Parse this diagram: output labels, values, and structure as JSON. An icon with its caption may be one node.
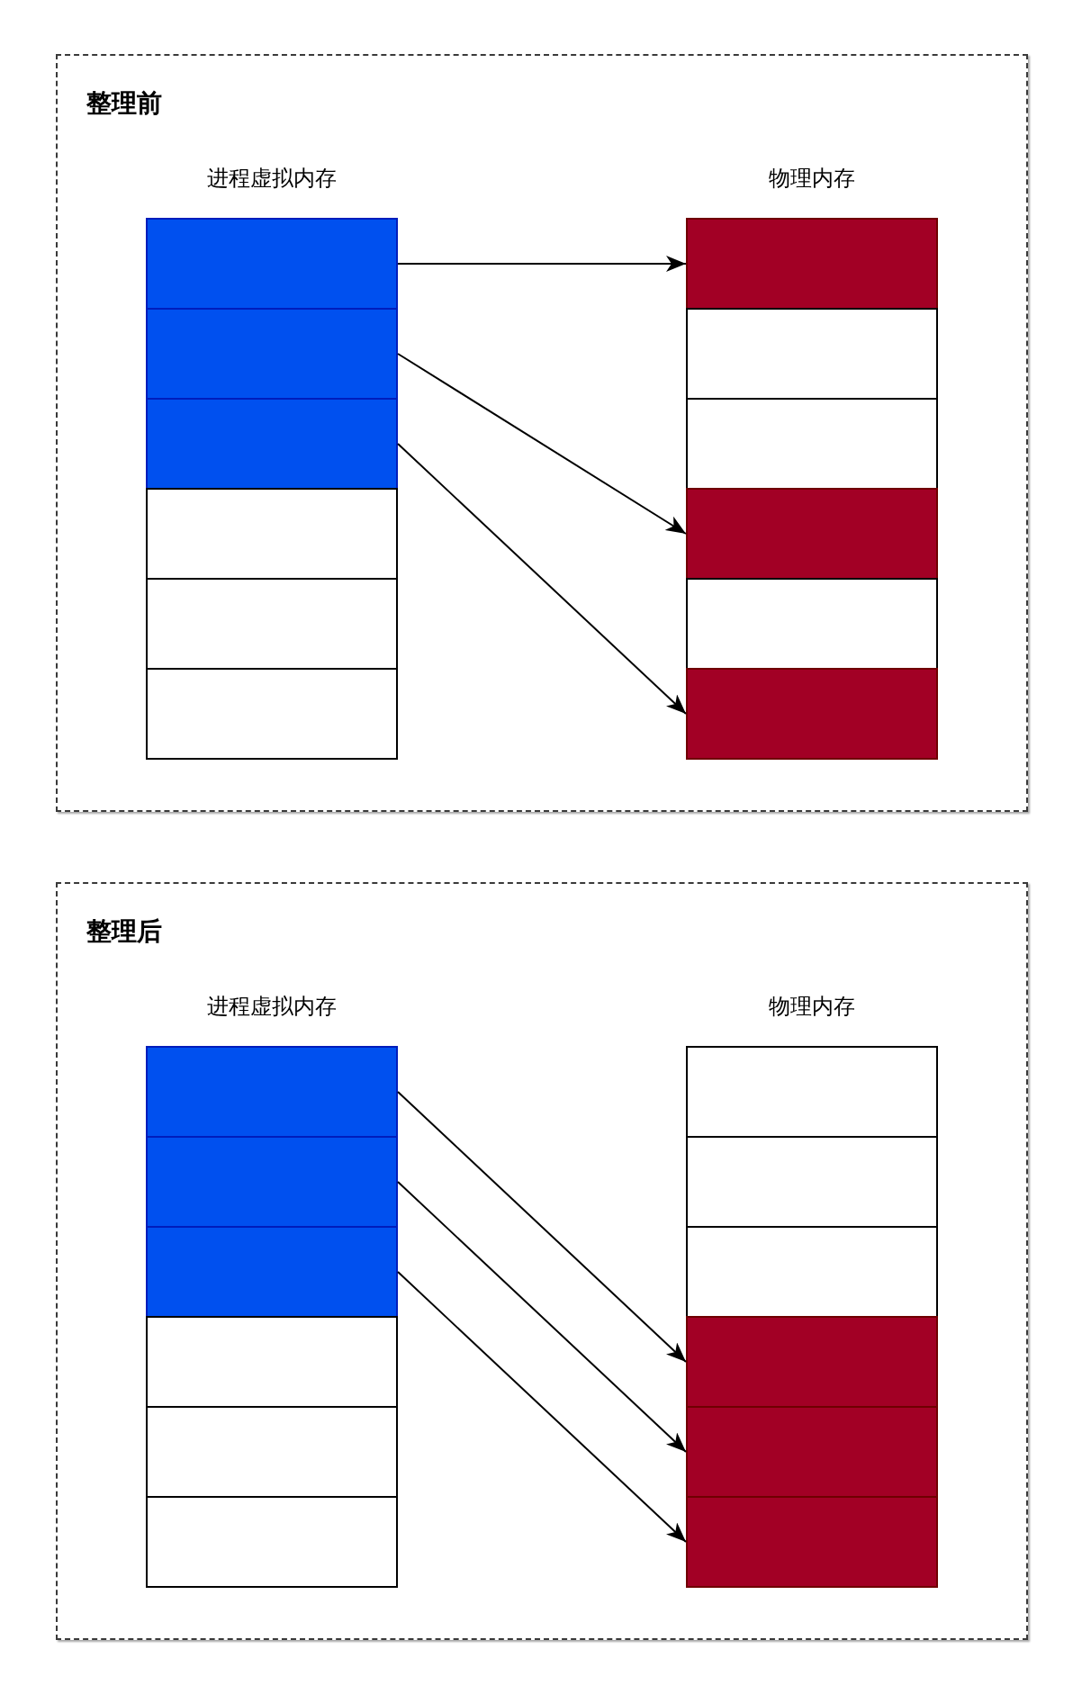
{
  "diagram": {
    "nodes": [
      {
        "text": [
          "整理前"
        ]
      },
      {
        "text": [
          "进程虚拟内存"
        ],
        "in": 0
      },
      {
        "text": [],
        "shape": "box",
        "in": 1
      },
      {
        "text": [],
        "shape": "box",
        "in": 1
      },
      {
        "text": [],
        "shape": "box",
        "in": 1
      },
      {
        "text": [],
        "shape": "box",
        "in": 1
      },
      {
        "text": [],
        "shape": "box",
        "in": 1
      },
      {
        "text": [],
        "shape": "box",
        "in": 1
      },
      {
        "text": [
          "物理内存"
        ],
        "in": 0
      },
      {
        "text": [],
        "shape": "box",
        "in": 8
      },
      {
        "text": [],
        "shape": "box",
        "in": 8
      },
      {
        "text": [],
        "shape": "box",
        "in": 8
      },
      {
        "text": [],
        "shape": "box",
        "in": 8
      },
      {
        "text": [],
        "shape": "box",
        "in": 8
      },
      {
        "text": [],
        "shape": "box",
        "in": 8
      },
      {
        "text": [
          "整理后"
        ]
      },
      {
        "text": [
          "进程虚拟内存"
        ],
        "in": 15
      },
      {
        "text": [],
        "shape": "box",
        "in": 16
      },
      {
        "text": [],
        "shape": "box",
        "in": 16
      },
      {
        "text": [],
        "shape": "box",
        "in": 16
      },
      {
        "text": [],
        "shape": "box",
        "in": 16
      },
      {
        "text": [],
        "shape": "box",
        "in": 16
      },
      {
        "text": [],
        "shape": "box",
        "in": 16
      },
      {
        "text": [
          "物理内存"
        ],
        "in": 15
      },
      {
        "text": [],
        "shape": "box",
        "in": 23
      },
      {
        "text": [],
        "shape": "box",
        "in": 23
      },
      {
        "text": [],
        "shape": "box",
        "in": 23
      },
      {
        "text": [],
        "shape": "box",
        "in": 23
      },
      {
        "text": [],
        "shape": "box",
        "in": 23
      },
      {
        "text": [],
        "shape": "box",
        "in": 23
      }
    ],
    "edges": [
      {
        "from": 2,
        "to": 9,
        "arrow": "to"
      },
      {
        "from": 3,
        "to": 12,
        "arrow": "to"
      },
      {
        "from": 4,
        "to": 14,
        "arrow": "to"
      },
      {
        "from": 17,
        "to": 27,
        "arrow": "to"
      },
      {
        "from": 18,
        "to": 28,
        "arrow": "to"
      },
      {
        "from": 19,
        "to": 29,
        "arrow": "to"
      }
    ]
  }
}
